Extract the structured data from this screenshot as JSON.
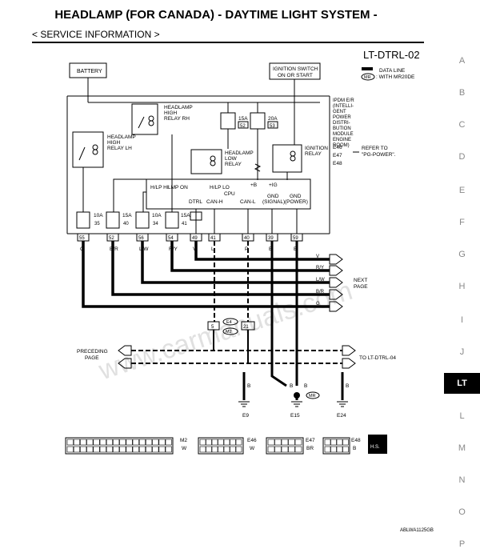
{
  "header": {
    "title": "HEADLAMP (FOR CANADA) - DAYTIME LIGHT SYSTEM -",
    "subtitle": "< SERVICE INFORMATION >"
  },
  "side_tabs": [
    "A",
    "B",
    "C",
    "D",
    "E",
    "F",
    "G",
    "H",
    "I",
    "J",
    "LT",
    "L",
    "M",
    "N",
    "O",
    "P"
  ],
  "active_tab": "LT",
  "diagram": {
    "id": "LT-DTRL-02",
    "legend_data_line": "DATA LINE",
    "legend_mr": "MR",
    "legend_mr_text": ": WITH MR20DE",
    "battery": "BATTERY",
    "ignition_1": "IGNITION SWITCH",
    "ignition_2": "ON OR START",
    "ipdm": [
      "IPDM E/R",
      "(INTELLI-",
      "GENT",
      "POWER",
      "DISTRI-",
      "BUTION",
      "MODULE",
      "ENGINE",
      "ROOM)"
    ],
    "connectors_right": [
      "E46",
      "E47",
      "E48"
    ],
    "refer_1": "REFER TO",
    "refer_2": "\"PG-POWER\".",
    "relay_rh": [
      "HEADLAMP",
      "HIGH",
      "RELAY RH"
    ],
    "relay_lh": [
      "HEADLAMP",
      "HIGH",
      "RELAY LH"
    ],
    "relay_low": [
      "HEADLAMP",
      "LOW",
      "RELAY"
    ],
    "relay_ign": [
      "IGNITION",
      "RELAY"
    ],
    "fuses_top": [
      {
        "amp": "15A",
        "num": "52"
      },
      {
        "amp": "20A",
        "num": "53"
      }
    ],
    "plus_b": "+B",
    "plus_ig": "+IG",
    "cpu": "CPU",
    "cpu_labels": [
      "H/LP HI",
      "LMP ON",
      "H/LP LO",
      "GND",
      "GND"
    ],
    "cpu_labels2": [
      "DTRL",
      "CAN-H",
      "CAN-L",
      "(SIGNAL)",
      "(POWER)"
    ],
    "fuses_bottom": [
      {
        "amp": "10A",
        "num": "35"
      },
      {
        "amp": "15A",
        "num": "40"
      },
      {
        "amp": "10A",
        "num": "34"
      },
      {
        "amp": "15A",
        "num": "41"
      }
    ],
    "terminals": [
      "55",
      "52",
      "56",
      "54",
      "49",
      "41",
      "40",
      "39",
      "59"
    ],
    "wire_colors_top": [
      "G",
      "B/R",
      "L/W",
      "R/Y",
      "V",
      "L",
      "P",
      "B",
      "B"
    ],
    "next_colors": [
      "V",
      "R/Y",
      "L/W",
      "B/R",
      "G"
    ],
    "next_page": [
      "NEXT",
      "PAGE"
    ],
    "mid_conn": [
      "5",
      "21"
    ],
    "mid_labels": [
      "E4",
      "M2"
    ],
    "preceding": [
      "PRECEDING",
      "PAGE"
    ],
    "to_page": "TO LT-DTRL-04",
    "grounds": [
      "E9",
      "E15",
      "E24"
    ],
    "ground_mr": "MR",
    "bottom_wire": [
      "B",
      "B",
      "B",
      "B"
    ],
    "conn_m2": "M2",
    "conn_m2_color": "W",
    "conn_e46": "E46",
    "conn_e46_color": "W",
    "conn_e47": "E47",
    "conn_e47_color": "BR",
    "conn_e48": "E48",
    "conn_e48_color": "B",
    "hs": "H.S.",
    "footer_code": "ABLWA1125GB",
    "watermark": "www.carmanuals.com"
  }
}
